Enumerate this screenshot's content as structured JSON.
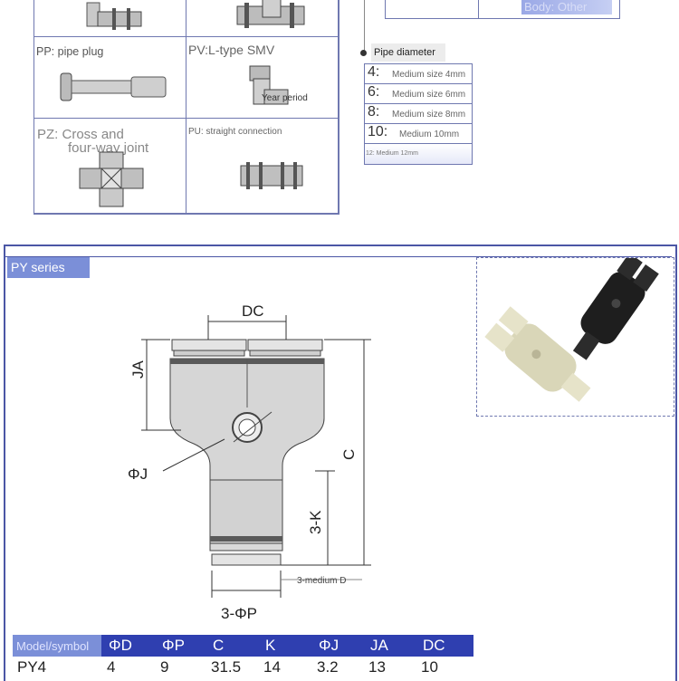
{
  "top_grid": {
    "cells": [
      {
        "label": "PP: pipe plug"
      },
      {
        "label": "PV:L-type SMV"
      },
      {
        "label": "PZ: Cross and four-way joint",
        "line1": "PZ: Cross and",
        "line2": "four-way joint"
      },
      {
        "label": "PU: straight connection"
      }
    ],
    "pv_note": "Year period"
  },
  "right_panel": {
    "top_label": "Body: Other",
    "pipe_diameter_title": "Pipe diameter",
    "rows": [
      {
        "num": "4:",
        "text": "Medium size 4mm"
      },
      {
        "num": "6:",
        "text": "Medium size 6mm"
      },
      {
        "num": "8:",
        "text": "Medium size 8mm"
      },
      {
        "num": "10:",
        "text": "Medium 10mm"
      }
    ],
    "footer": "12: Medium 12mm"
  },
  "py_section": {
    "tab_label": "PY series",
    "dims": {
      "dc": "DC",
      "ja": "JA",
      "phi_j": "ΦJ",
      "c": "C",
      "three_k": "3-K",
      "three_phi_p": "3-ΦP",
      "three_medium_d": "3-medium D"
    }
  },
  "spec_table": {
    "headers": [
      "Model/symbol",
      "ΦD",
      "ΦP",
      "C",
      "K",
      "ΦJ",
      "JA",
      "DC"
    ],
    "rows": [
      [
        "PY4",
        "4",
        "9",
        "31.5",
        "14",
        "3.2",
        "13",
        "10"
      ]
    ]
  },
  "colors": {
    "accent": "#2f3fb0",
    "tab": "#7b8fd8",
    "frame": "#4b56a5"
  }
}
